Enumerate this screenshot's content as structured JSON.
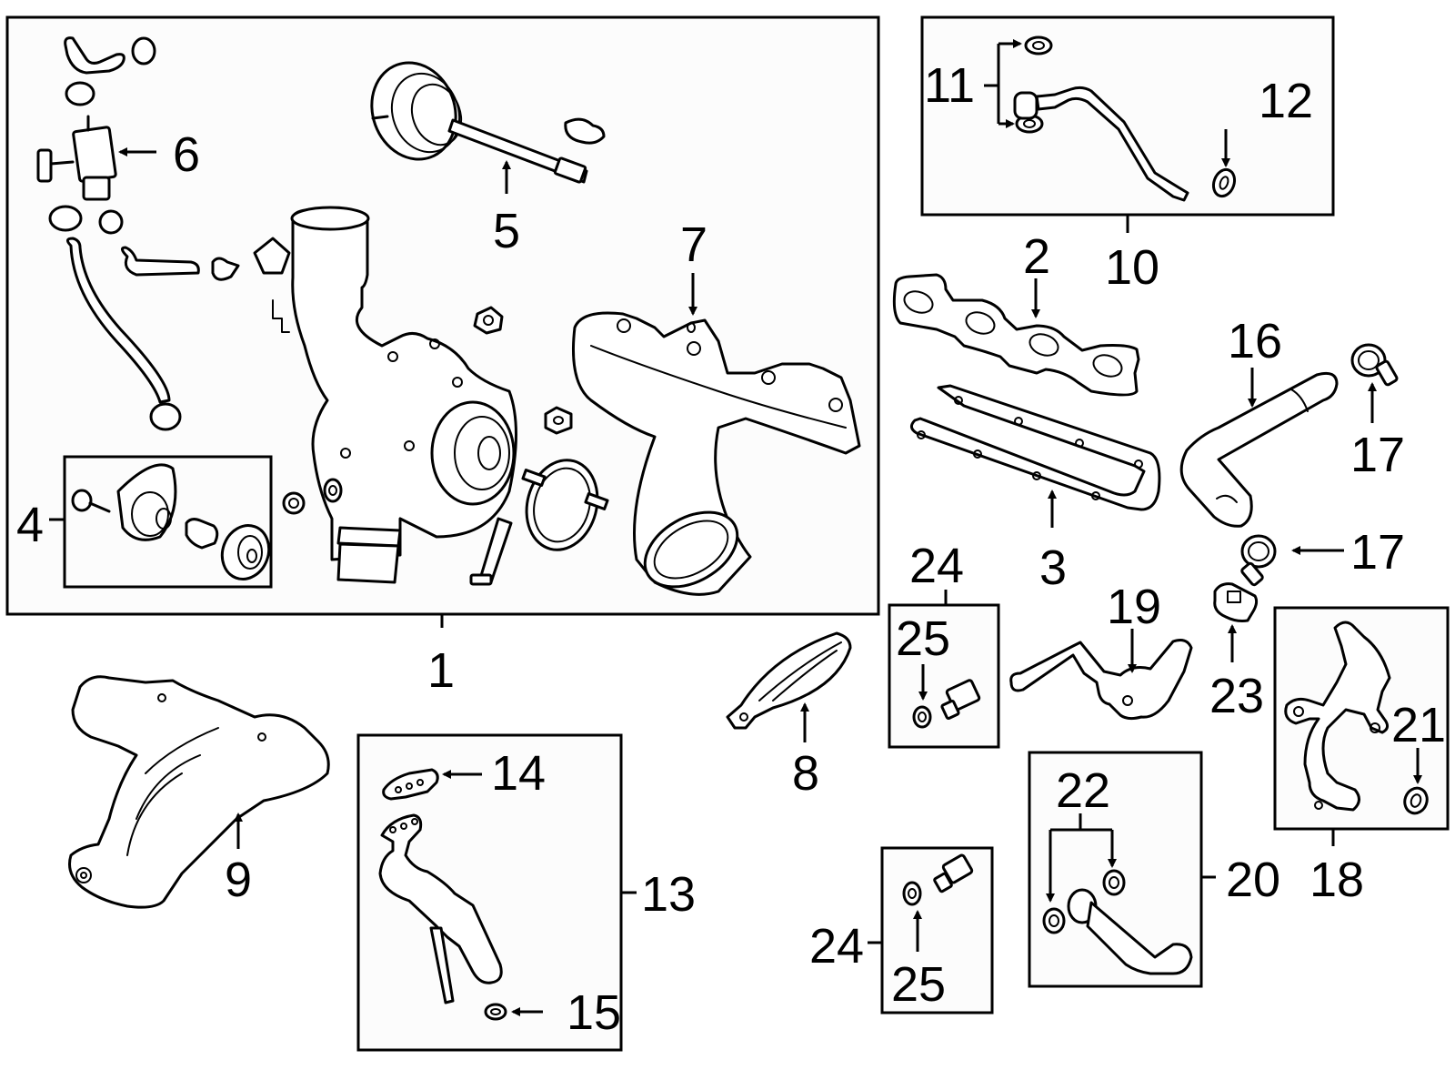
{
  "diagram": {
    "type": "exploded-parts-diagram",
    "subject": "turbocharger and exhaust manifold components",
    "callouts": {
      "c1": "1",
      "c2": "2",
      "c3": "3",
      "c4": "4",
      "c5": "5",
      "c6": "6",
      "c7": "7",
      "c8": "8",
      "c9": "9",
      "c10": "10",
      "c11": "11",
      "c12": "12",
      "c13": "13",
      "c14": "14",
      "c15": "15",
      "c16": "16",
      "c17a": "17",
      "c17b": "17",
      "c18": "18",
      "c19": "19",
      "c20": "20",
      "c21": "21",
      "c22": "22",
      "c23": "23",
      "c24a": "24",
      "c24b": "24",
      "c25a": "25",
      "c25b": "25"
    },
    "groups": [
      {
        "id": "1",
        "contains": [
          "4",
          "5",
          "6",
          "7"
        ]
      },
      {
        "id": "10",
        "contains": [
          "11",
          "12"
        ]
      },
      {
        "id": "13",
        "contains": [
          "14",
          "15"
        ]
      },
      {
        "id": "18",
        "contains": [
          "21"
        ]
      },
      {
        "id": "20",
        "contains": [
          "22"
        ]
      },
      {
        "id": "24",
        "contains": [
          "25"
        ]
      }
    ]
  }
}
